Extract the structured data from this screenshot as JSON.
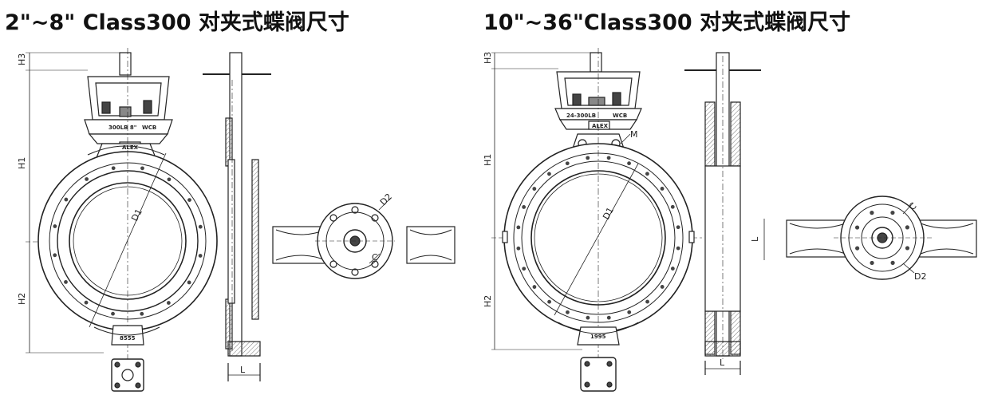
{
  "titles": {
    "left": "2\"~8\" Class300  对夹式蝶阀尺寸",
    "right": "10\"~36\"Class300 对夹式蝶阀尺寸"
  },
  "labels": {
    "h3": "H3",
    "h1": "H1",
    "h2": "H2",
    "d1": "D1",
    "d2": "D2",
    "c": "C",
    "l": "L",
    "m": "M"
  },
  "plates": {
    "left_rating": "300LB  8\"",
    "left_material": "WCB",
    "left_badge": "ALEX",
    "left_bottom": "8555",
    "right_rating": "24-300LB",
    "right_material": "WCB",
    "right_badge": "ALEX",
    "right_bottom": "1995"
  },
  "colors": {
    "line": "#222222",
    "fill": "#f2f2f2",
    "hatch": "#9a9a9a"
  }
}
